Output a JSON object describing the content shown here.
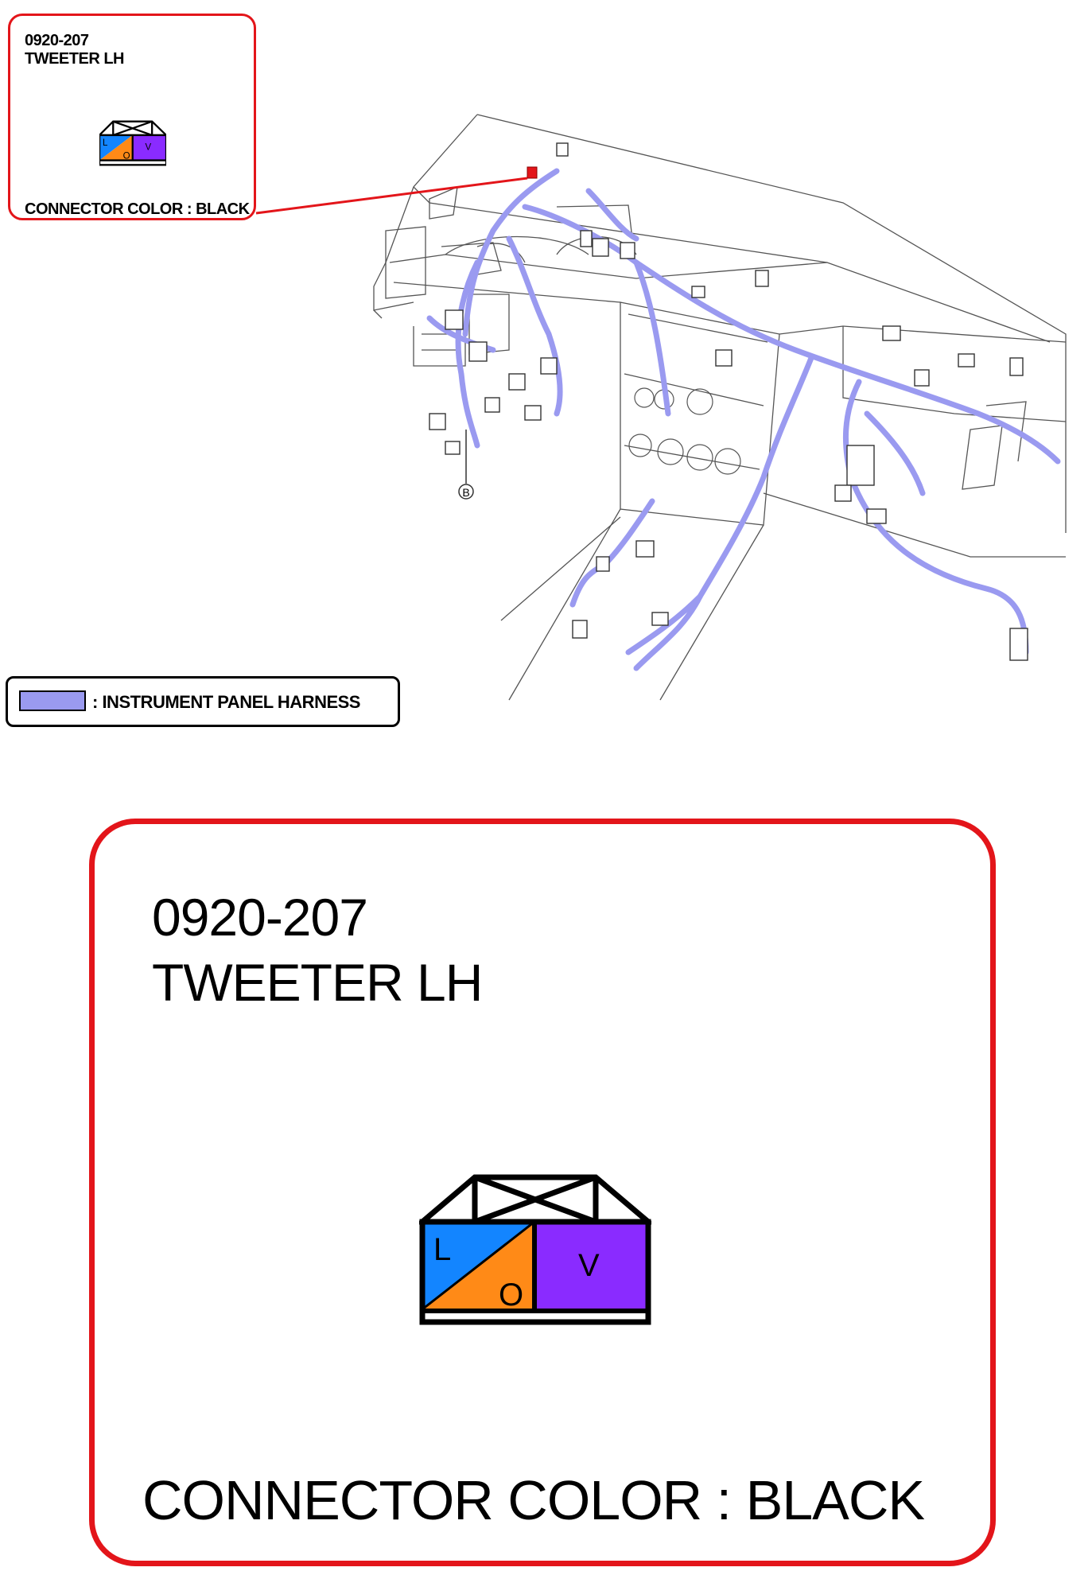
{
  "connector_code": "0920-207",
  "connector_name": "TWEETER LH",
  "connector_color_text": "CONNECTOR COLOR : BLACK",
  "legend": {
    "label": ": INSTRUMENT PANEL HARNESS",
    "harness_color": "#9a9af0"
  },
  "diagram_labels": {
    "ground_marker": "B"
  },
  "terminals": [
    {
      "letter": "L",
      "color": "#1385ff"
    },
    {
      "letter": "O",
      "color": "#ff8a17"
    },
    {
      "letter": "V",
      "color": "#8a2bff"
    }
  ],
  "colors": {
    "callout_border": "#e3151a",
    "harness": "#9a9af0"
  }
}
